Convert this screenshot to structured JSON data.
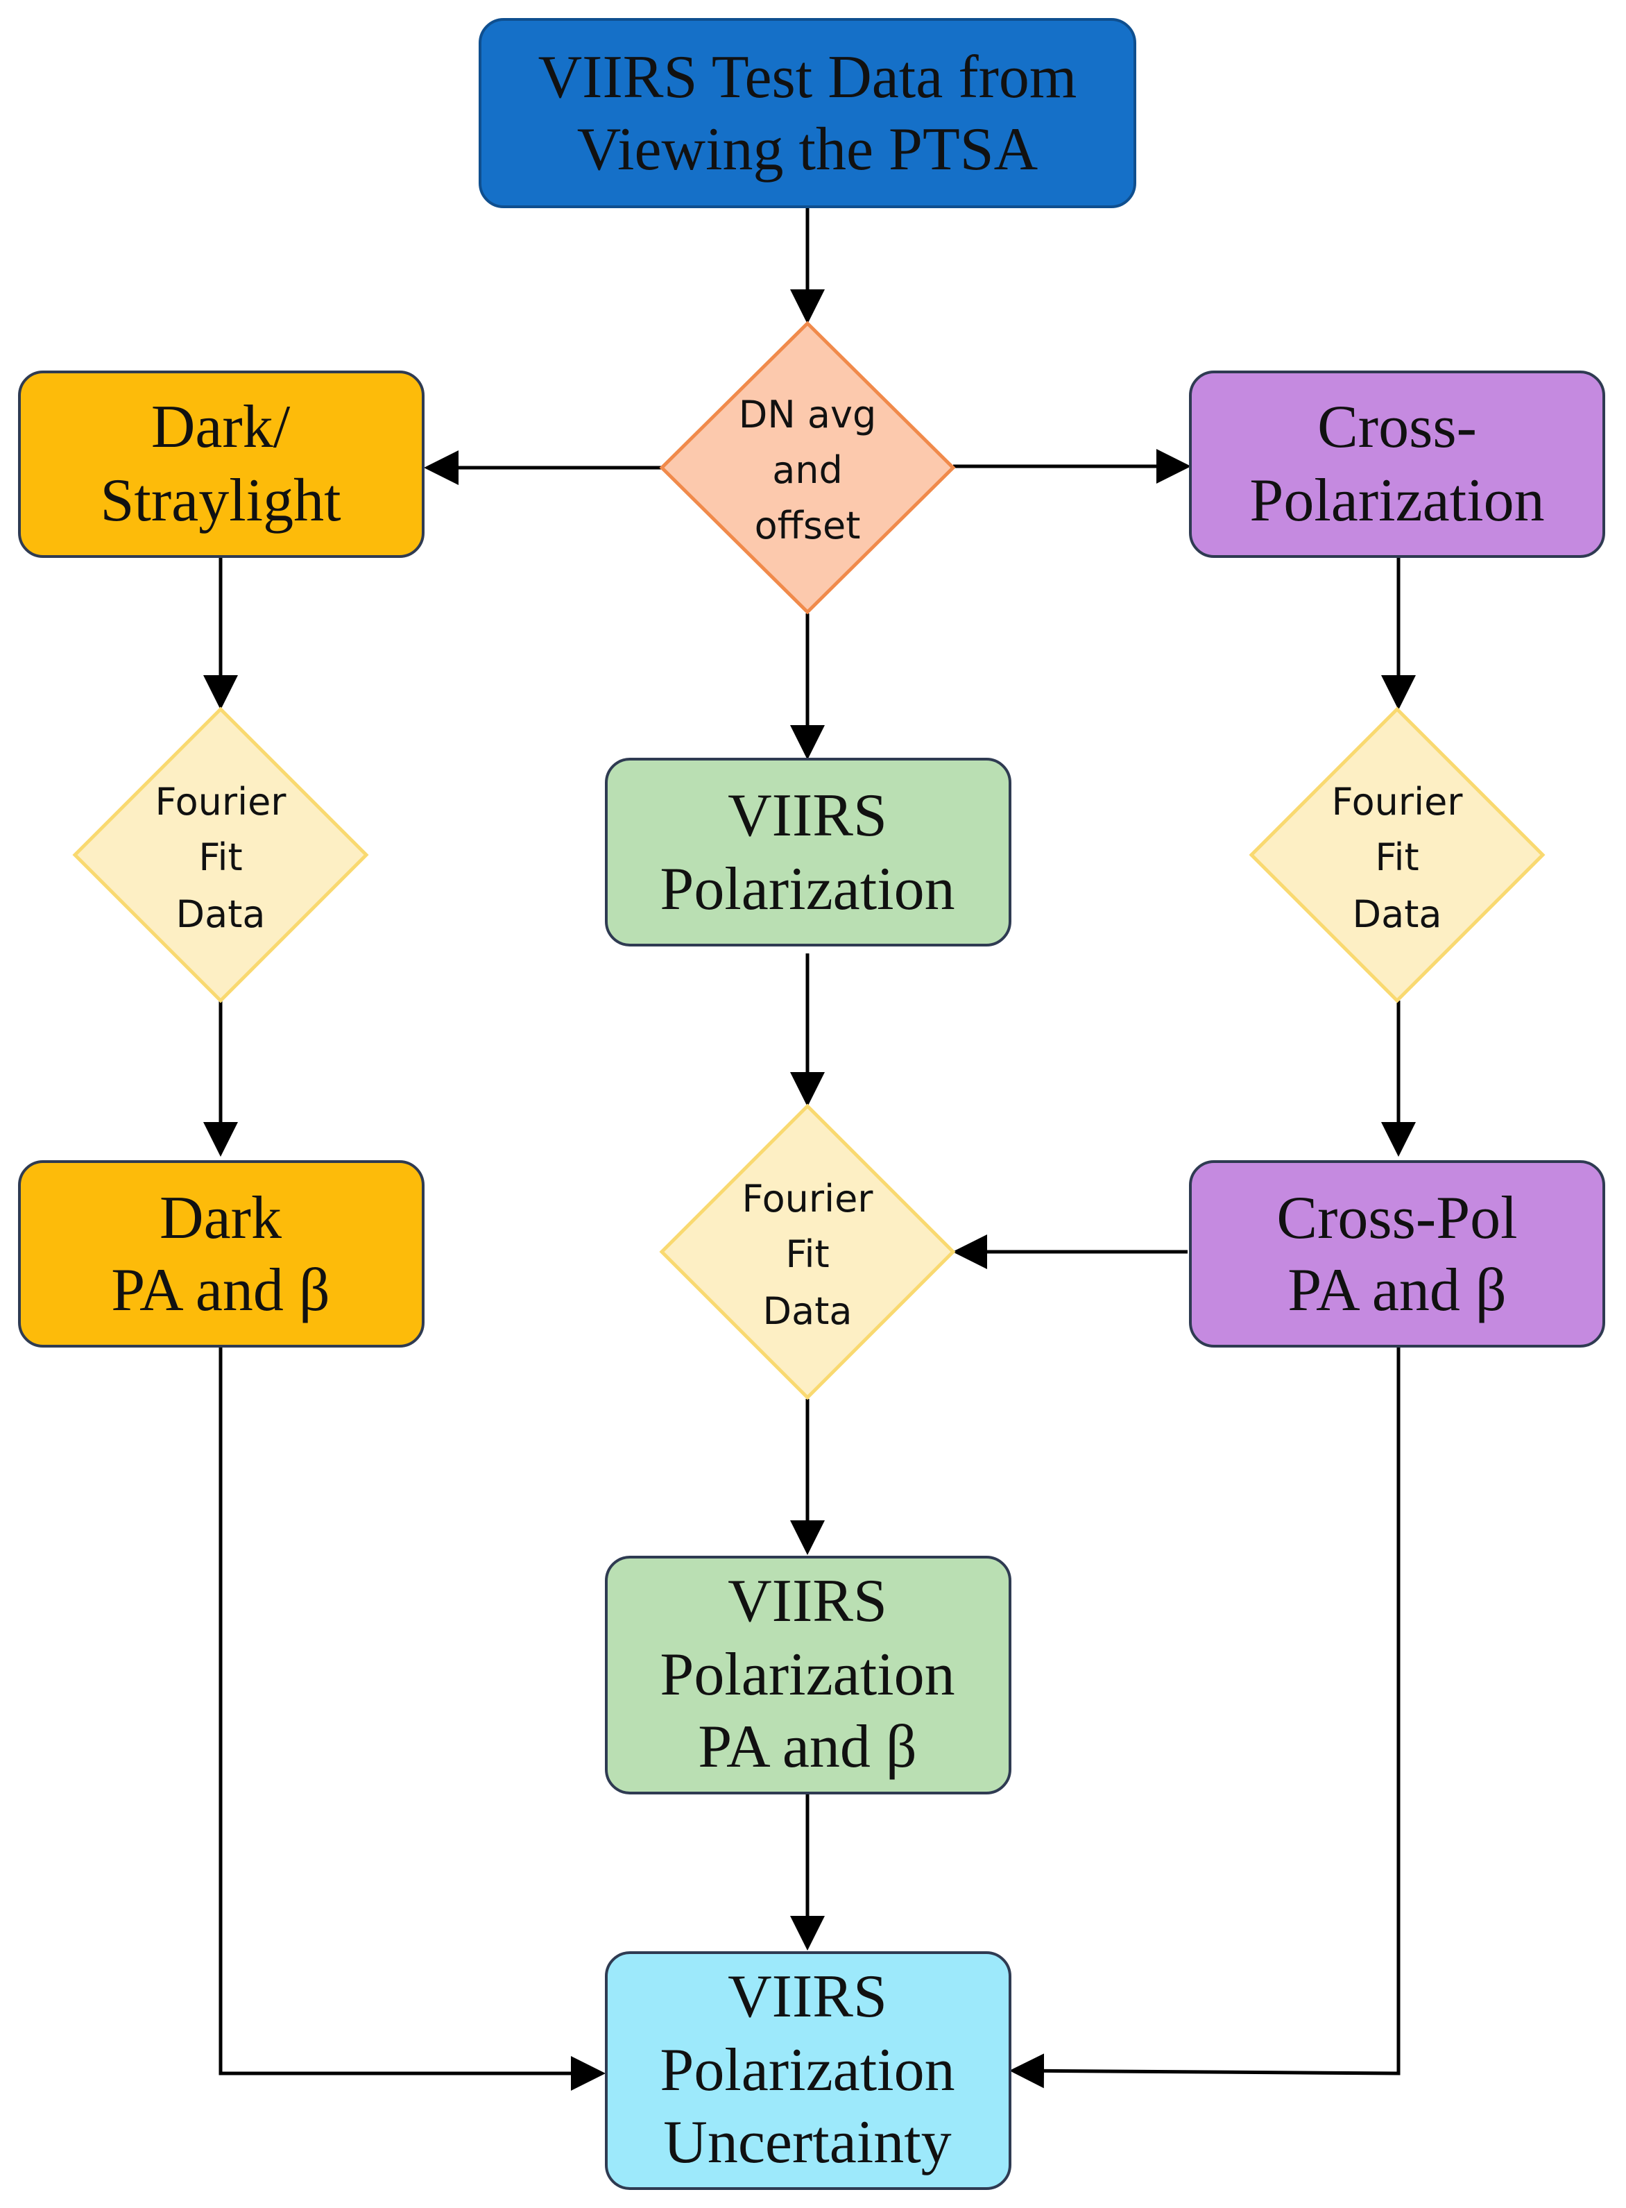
{
  "diagram": {
    "nodes": {
      "viirs_test_data": {
        "lines": [
          "VIIRS Test Data from",
          "Viewing the PTSA"
        ],
        "fill": "#1570c8",
        "stroke": "#0f4f8f"
      },
      "dn_avg": {
        "lines": [
          "DN avg",
          "and",
          "offset"
        ],
        "fill": "#fcc9ad",
        "stroke": "#f08a4b"
      },
      "dark_straylight": {
        "lines": [
          "Dark/",
          "Straylight"
        ],
        "fill": "#fdbb0a",
        "stroke": "#2f3b52"
      },
      "cross_polarization": {
        "lines": [
          "Cross-",
          "Polarization"
        ],
        "fill": "#c58ae0",
        "stroke": "#2f3b52"
      },
      "fourier_left": {
        "lines": [
          "Fourier",
          "Fit",
          "Data"
        ],
        "fill": "#fdefc4",
        "stroke": "#f9d970"
      },
      "viirs_polarization": {
        "lines": [
          "VIIRS",
          "Polarization"
        ],
        "fill": "#badfb3",
        "stroke": "#2f3b52"
      },
      "fourier_right": {
        "lines": [
          "Fourier",
          "Fit",
          "Data"
        ],
        "fill": "#fdefc4",
        "stroke": "#f9d970"
      },
      "dark_pa": {
        "lines": [
          "Dark",
          "PA and β"
        ],
        "fill": "#fdbb0a",
        "stroke": "#2f3b52"
      },
      "fourier_center": {
        "lines": [
          "Fourier",
          "Fit",
          "Data"
        ],
        "fill": "#fdefc4",
        "stroke": "#f9d970"
      },
      "cross_pol_pa": {
        "lines": [
          "Cross-Pol",
          "PA and β"
        ],
        "fill": "#c58ae0",
        "stroke": "#2f3b52"
      },
      "viirs_pol_pa": {
        "lines": [
          "VIIRS",
          "Polarization",
          "PA and β"
        ],
        "fill": "#badfb3",
        "stroke": "#2f3b52"
      },
      "viirs_pol_uncertainty": {
        "lines": [
          "VIIRS",
          "Polarization",
          "Uncertainty"
        ],
        "fill": "#9de9fb",
        "stroke": "#2f3b52"
      }
    },
    "edges": [
      {
        "from": "viirs_test_data",
        "to": "dn_avg"
      },
      {
        "from": "dn_avg",
        "to": "dark_straylight"
      },
      {
        "from": "dn_avg",
        "to": "cross_polarization"
      },
      {
        "from": "dn_avg",
        "to": "viirs_polarization"
      },
      {
        "from": "dark_straylight",
        "to": "fourier_left"
      },
      {
        "from": "fourier_left",
        "to": "dark_pa"
      },
      {
        "from": "cross_polarization",
        "to": "fourier_right"
      },
      {
        "from": "fourier_right",
        "to": "cross_pol_pa"
      },
      {
        "from": "viirs_polarization",
        "to": "fourier_center"
      },
      {
        "from": "cross_pol_pa",
        "to": "fourier_center"
      },
      {
        "from": "fourier_center",
        "to": "viirs_pol_pa"
      },
      {
        "from": "viirs_pol_pa",
        "to": "viirs_pol_uncertainty"
      },
      {
        "from": "dark_pa",
        "to": "viirs_pol_uncertainty"
      },
      {
        "from": "cross_pol_pa",
        "to": "viirs_pol_uncertainty"
      }
    ]
  }
}
